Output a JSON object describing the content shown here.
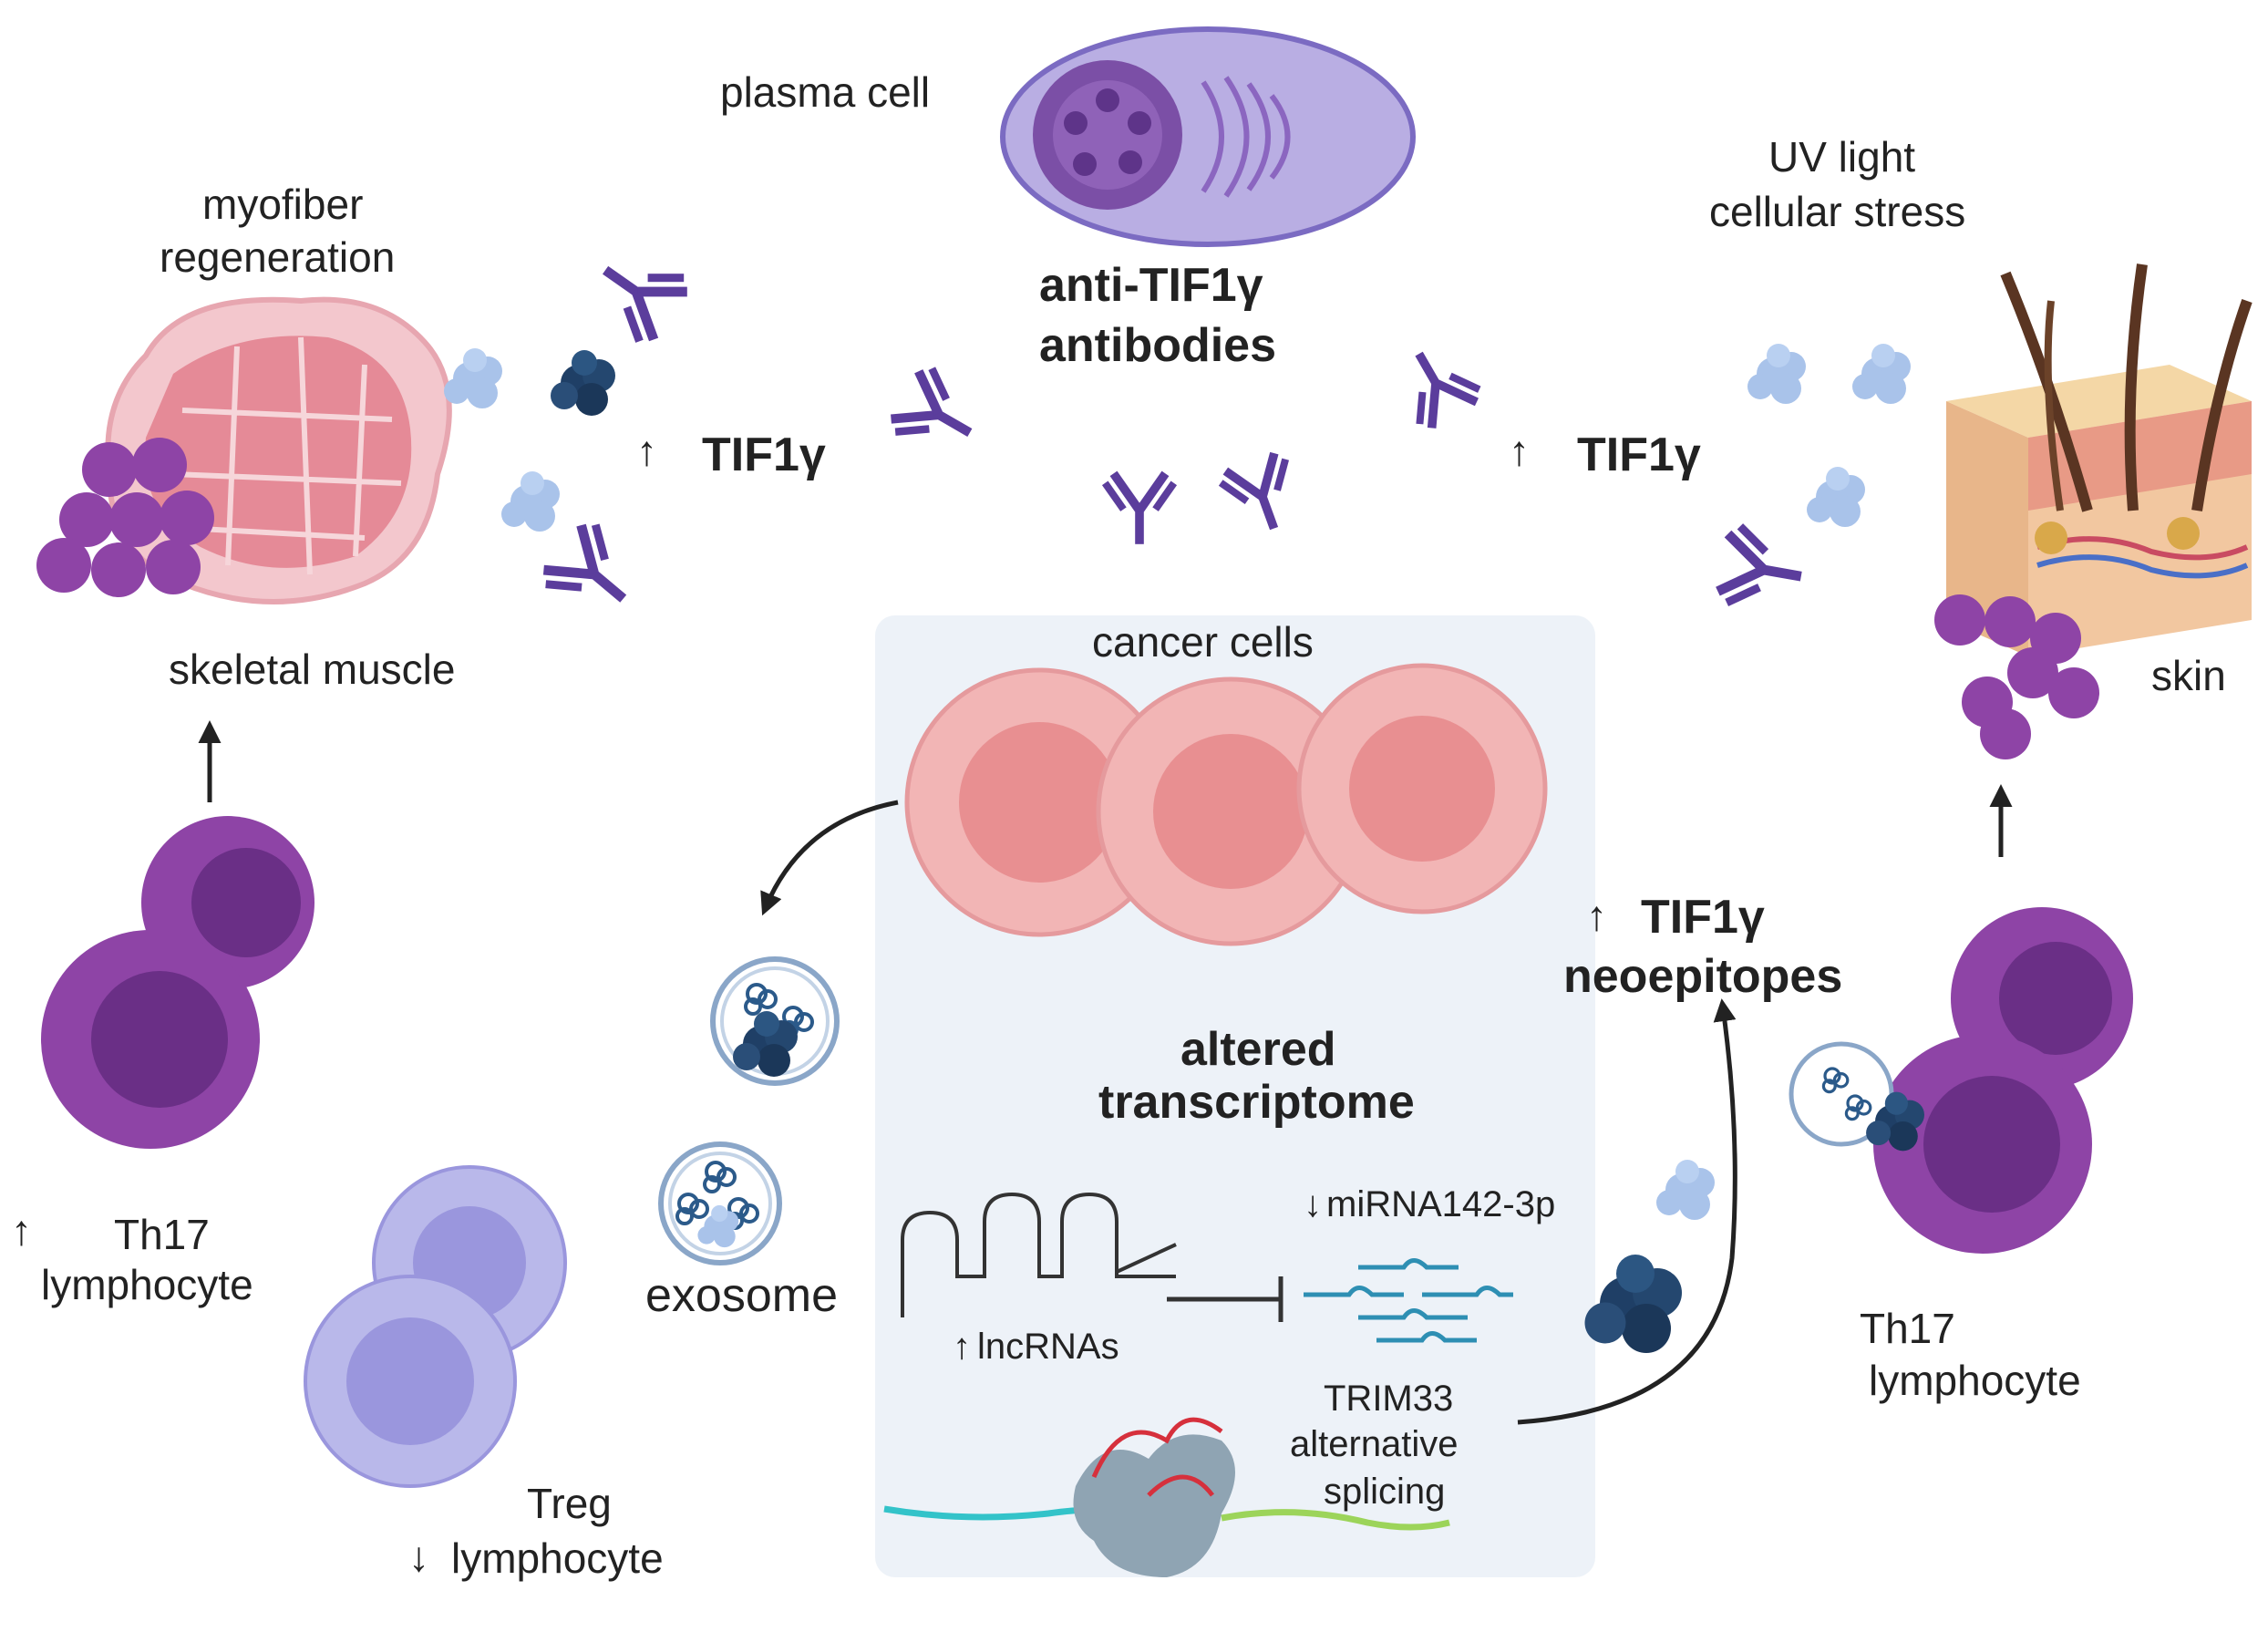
{
  "labels": {
    "plasma_cell": "plasma cell",
    "anti_antibodies_1": "anti-TIF1γ",
    "anti_antibodies_2": "antibodies",
    "myofiber_1": "myofiber",
    "myofiber_2": "regeneration",
    "uv_1": "UV light",
    "uv_2": "cellular stress",
    "tif1g_left": "TIF1γ",
    "tif1g_right": "TIF1γ",
    "skeletal_muscle": "skeletal muscle",
    "skin": "skin",
    "cancer_cells": "cancer cells",
    "neoepitopes_1": "TIF1γ",
    "neoepitopes_2": "neoepitopes",
    "altered_1": "altered",
    "altered_2": "transcriptome",
    "exosome": "exosome",
    "mirna": "miRNA142-3p",
    "lncrnas": "lncRNAs",
    "trim33_1": "TRIM33",
    "trim33_2": "alternative",
    "trim33_3": "splicing",
    "th17_left_1": "Th17",
    "th17_left_2": "lymphocyte",
    "th17_right_1": "Th17",
    "th17_right_2": "lymphocyte",
    "treg_1": "Treg",
    "treg_2": "lymphocyte",
    "up_arrow": "↑",
    "down_arrow": "↓"
  },
  "colors": {
    "antibody": "#5b3d9c",
    "plasma_fill": "#b9aee3",
    "plasma_nucleus": "#7b4fa6",
    "muscle": "#e58a97",
    "lymph_purple": "#8e44a6",
    "lymph_dark": "#6a2f86",
    "treg": "#b9b8ea",
    "treg_inner": "#9a96dd",
    "cancer": "#f2b5b5",
    "cancer_nucleus": "#e88f91",
    "panel": "#edf2f8",
    "protein_light": "#a9c3ea",
    "protein_dark": "#1f3f66",
    "rna_blue": "#2e8fb3"
  }
}
